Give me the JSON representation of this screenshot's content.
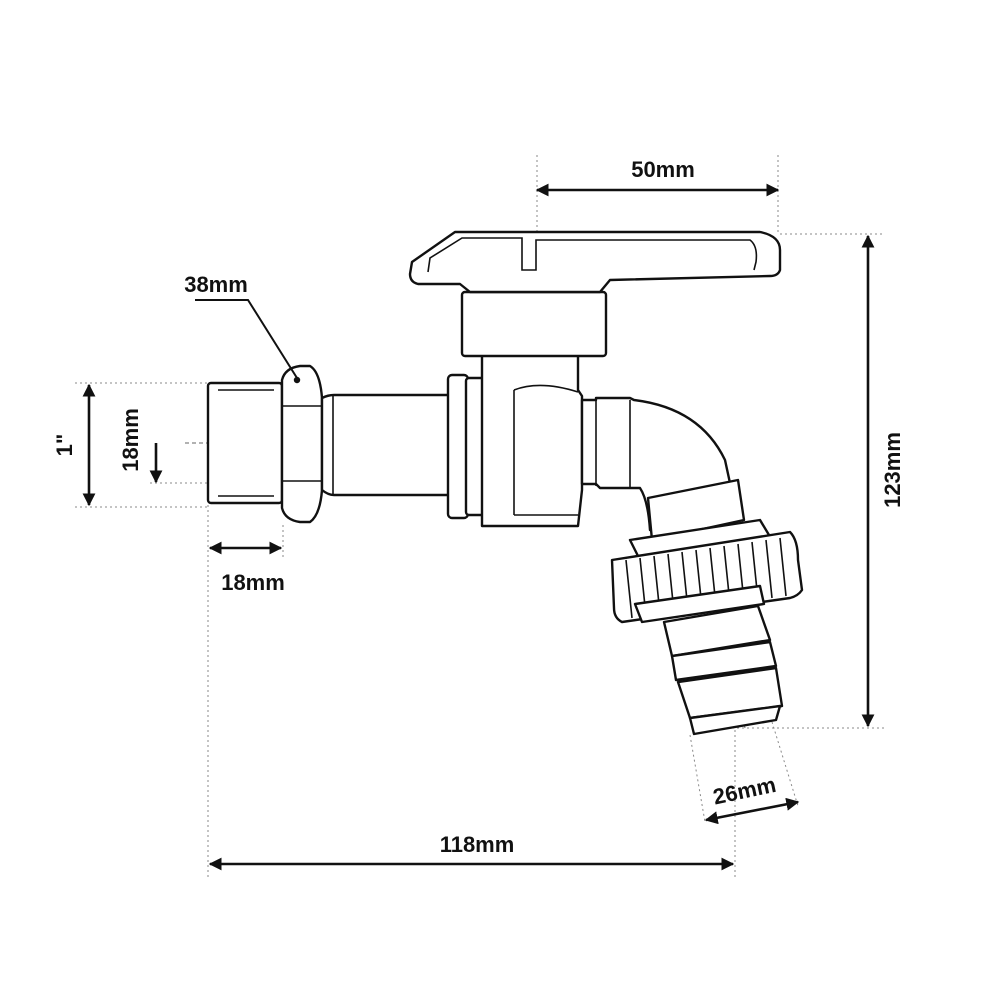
{
  "dimensions": {
    "handle_width": "50mm",
    "hex_nut": "38mm",
    "thread_size": "1\"",
    "inner_bore": "18mm",
    "thread_length": "18mm",
    "total_height": "123mm",
    "hose_diameter": "26mm",
    "total_length": "118mm"
  },
  "colors": {
    "line": "#111111",
    "guide": "#8a8a8a",
    "background": "#ffffff"
  }
}
